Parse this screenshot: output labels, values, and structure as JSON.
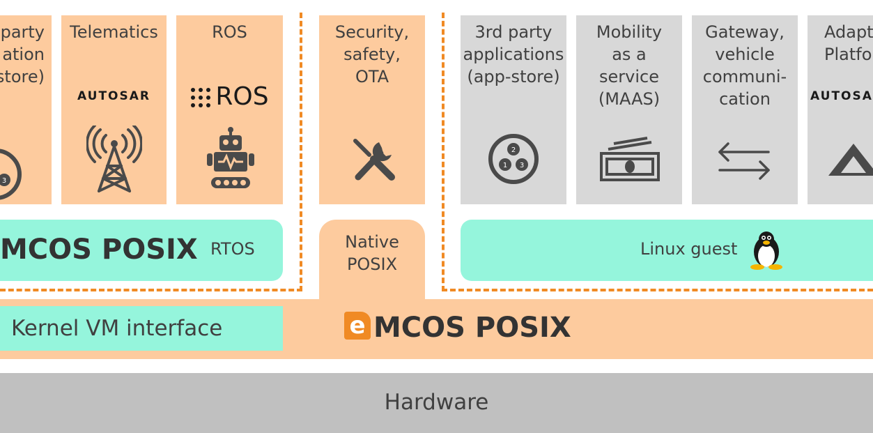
{
  "apps_left": [
    {
      "label": "party\nation\nstore)"
    },
    {
      "label": "Telematics",
      "logo": "AUTOSAR"
    },
    {
      "label": "ROS",
      "logo": "ROS"
    }
  ],
  "security": {
    "label": "Security,\nsafety,\nOTA"
  },
  "apps_right": [
    {
      "label": "3rd party\napplications\n(app-store)"
    },
    {
      "label": "Mobility\nas a\nservice\n(MAAS)"
    },
    {
      "label": "Gateway,\nvehicle\ncommuni-\ncation"
    },
    {
      "label": "Adapt\nPlatfo",
      "logo": "AUTOSAR"
    }
  ],
  "left_os": {
    "name": "MCOS POSIX",
    "rtos": "RTOS"
  },
  "native": {
    "label": "Native\nPOSIX"
  },
  "linux": {
    "label": "Linux guest"
  },
  "kernel": {
    "label": "Kernel VM interface"
  },
  "hypervisor": {
    "name": "MCOS POSIX",
    "logo_letter": "e"
  },
  "hardware": {
    "label": "Hardware"
  },
  "icons": [
    "app-store-icon",
    "radio-tower-icon",
    "robot-icon",
    "tools-icon",
    "app-store-icon",
    "money-icon",
    "arrows-exchange-icon",
    "platform-icon",
    "tux-penguin-icon"
  ],
  "colors": {
    "orange_box": "#fdcb9e",
    "gray_box": "#d8d8d8",
    "teal_box": "#95f5dc",
    "dash": "#f08a24",
    "hardware": "#c0c0c0"
  }
}
